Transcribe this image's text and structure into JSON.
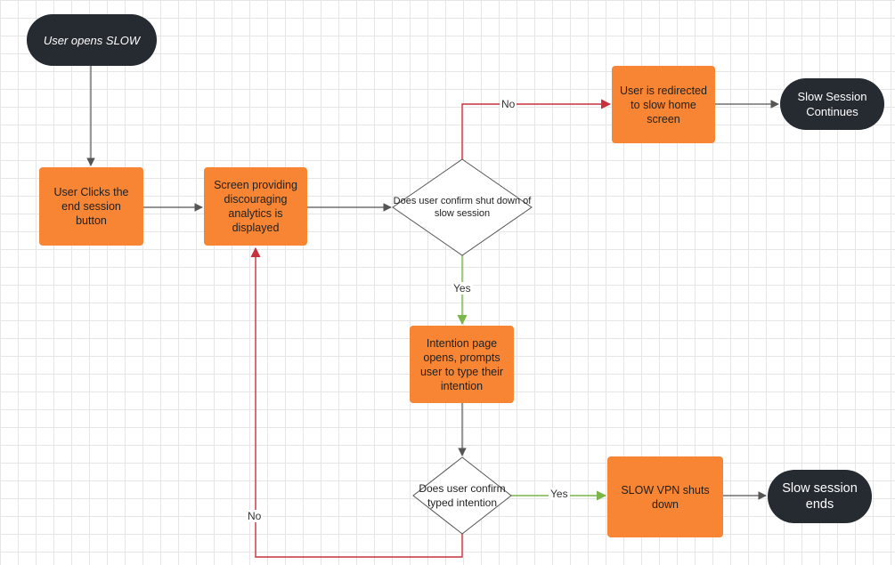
{
  "colors": {
    "process_fill": "#f78533",
    "terminal_fill": "#262a31",
    "edge_default": "#555555",
    "edge_no": "#c9313d",
    "edge_yes": "#7ab648"
  },
  "nodes": {
    "start": "User opens SLOW",
    "end_click": "User Clicks the end session button",
    "analytics": "Screen providing discouraging analytics is displayed",
    "confirm_shutdown": "Does user confirm shut down of slow session",
    "redirect": "User is redirected to slow home screen",
    "session_continues": "Slow Session Continues",
    "intention_page": "Intention page opens, prompts user to type their intention",
    "confirm_intention": "Does user confirm typed intention",
    "vpn_shuts": "SLOW VPN shuts down",
    "session_ends": "Slow session ends"
  },
  "edges": {
    "no_top": "No",
    "yes_down": "Yes",
    "yes_right": "Yes",
    "no_loop": "No"
  }
}
